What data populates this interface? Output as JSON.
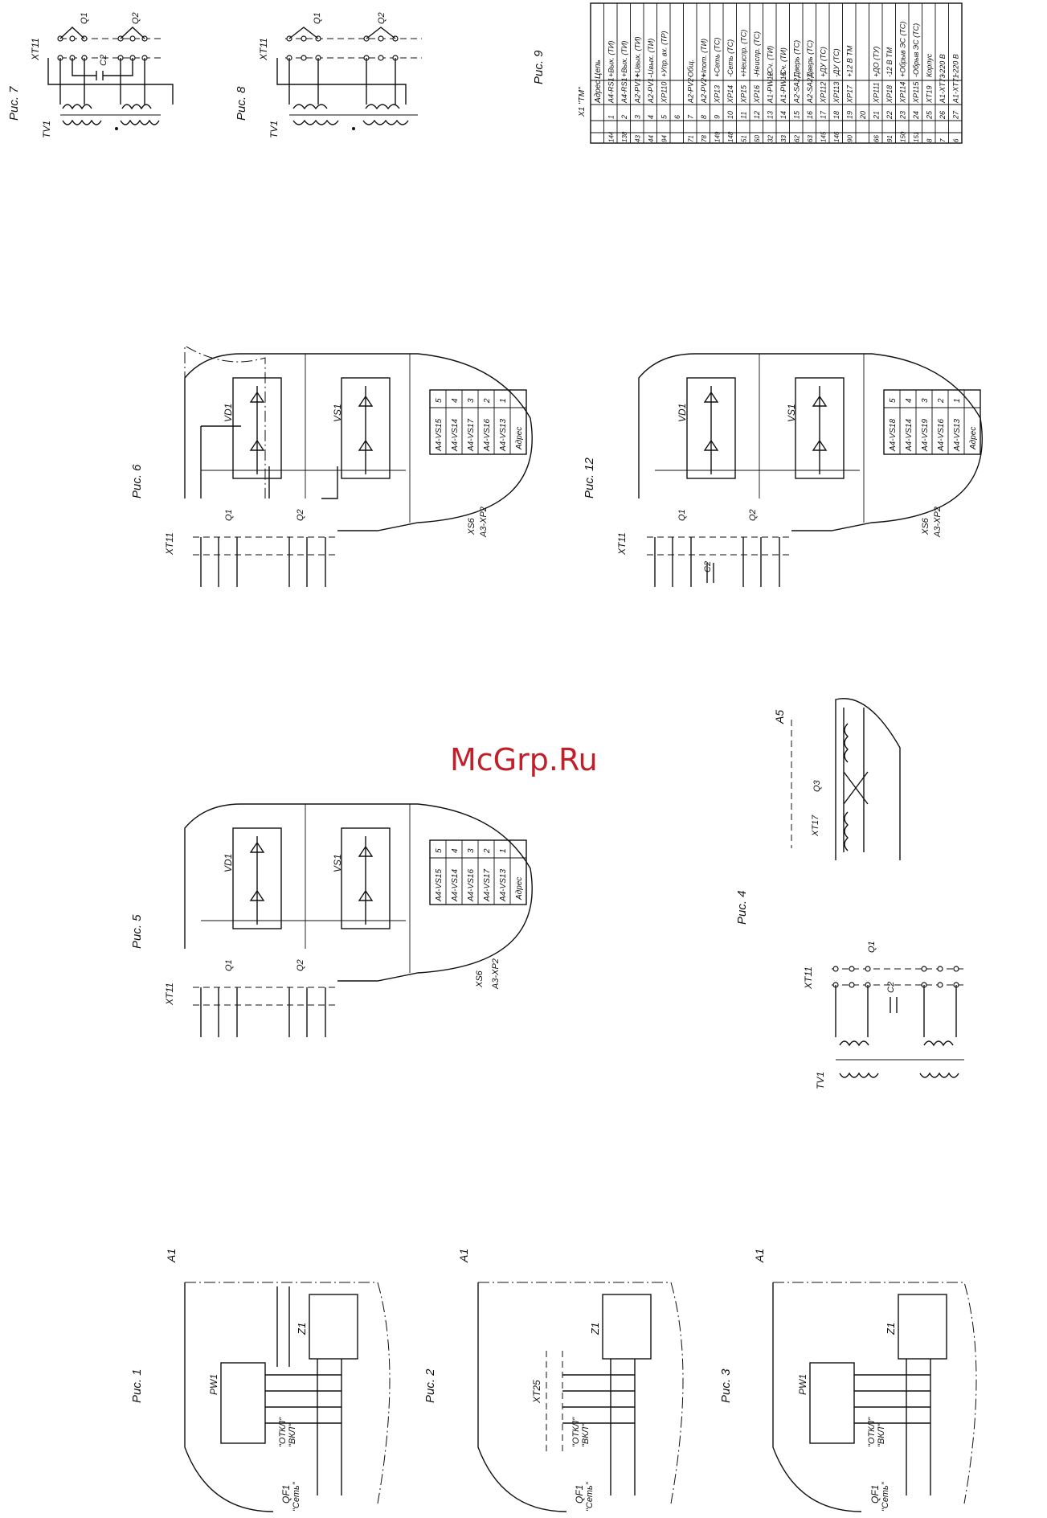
{
  "watermark": "McGrp.Ru",
  "figures": {
    "fig1": "Рис. 1",
    "fig2": "Рис. 2",
    "fig3": "Рис. 3",
    "fig4": "Рис. 4",
    "fig5": "Рис. 5",
    "fig6": "Рис. 6",
    "fig7": "Рис. 7",
    "fig8": "Рис. 8",
    "fig9": "Рис. 9",
    "fig12": "Рис. 12"
  },
  "labels": {
    "a1": "A1",
    "a5": "A5",
    "xt11": "XT11",
    "xt17": "XT17",
    "xt25": "XT25",
    "tv1": "TV1",
    "q1": "Q1",
    "q2": "Q2",
    "q3": "Q3",
    "c2": "C2",
    "pw1": "PW1",
    "z1": "Z1",
    "qf1": "QF1",
    "qf1_sub": "\"Сеть\"",
    "otk": "\"ОТКЛ\"",
    "vkl": "\"ВКЛ\"",
    "vd1": "VD1",
    "vs1": "VS1",
    "xs6": "XS6",
    "a3xp2": "A3-XP2",
    "addr": "Адрес"
  },
  "fig6_table": [
    {
      "n": "5",
      "addr": "A4-VS15"
    },
    {
      "n": "4",
      "addr": "A4-VS14"
    },
    {
      "n": "3",
      "addr": "A4-VS17"
    },
    {
      "n": "2",
      "addr": "A4-VS16"
    },
    {
      "n": "1",
      "addr": "A4-VS13"
    }
  ],
  "fig5_table": [
    {
      "n": "5",
      "addr": "A4-VS15"
    },
    {
      "n": "4",
      "addr": "A4-VS14"
    },
    {
      "n": "3",
      "addr": "A4-VS16"
    },
    {
      "n": "2",
      "addr": "A4-VS17"
    },
    {
      "n": "1",
      "addr": "A4-VS13"
    }
  ],
  "fig12_table": [
    {
      "n": "5",
      "addr": "A4-VS18"
    },
    {
      "n": "4",
      "addr": "A4-VS14"
    },
    {
      "n": "3",
      "addr": "A4-VS19"
    },
    {
      "n": "2",
      "addr": "A4-VS16"
    },
    {
      "n": "1",
      "addr": "A4-VS13"
    }
  ],
  "fig9": {
    "header": {
      "conn": "X1 \"ТМ\"",
      "addr": "Адрес",
      "circuit": "Цепь"
    },
    "rows": [
      {
        "wire": "144",
        "n": "1",
        "addr": "A4-RS1",
        "circuit": "+Вых. (ТИ)"
      },
      {
        "wire": "138",
        "n": "2",
        "addr": "A4-RS1",
        "circuit": "+Вых. (ТИ)"
      },
      {
        "wire": "43",
        "n": "3",
        "addr": "A2-PV1+",
        "circuit": "+Uвых. (ТИ)"
      },
      {
        "wire": "44",
        "n": "4",
        "addr": "A2-PV1-",
        "circuit": "-Uвых. (ТИ)"
      },
      {
        "wire": "94",
        "n": "5",
        "addr": "XP110",
        "circuit": "+Упр. вх. (ТР)"
      },
      {
        "wire": "",
        "n": "6",
        "addr": "",
        "circuit": ""
      },
      {
        "wire": "71",
        "n": "7",
        "addr": "A2-PV2-",
        "circuit": "Общ."
      },
      {
        "wire": "78",
        "n": "8",
        "addr": "A2-PV2+",
        "circuit": "+Iпот. (ТИ)"
      },
      {
        "wire": "149",
        "n": "9",
        "addr": "XP13",
        "circuit": "+Сеть (ТС)"
      },
      {
        "wire": "148",
        "n": "10",
        "addr": "XP14",
        "circuit": "-Сеть (ТС)"
      },
      {
        "wire": "51",
        "n": "11",
        "addr": "XP15",
        "circuit": "+Неиспр. (ТС)"
      },
      {
        "wire": "50",
        "n": "12",
        "addr": "XP16",
        "circuit": "-Неиспр. (ТС)"
      },
      {
        "wire": "32",
        "n": "13",
        "addr": "A1-PW12",
        "circuit": "+Сч. (ТИ)"
      },
      {
        "wire": "33",
        "n": "14",
        "addr": "A1-PW15",
        "circuit": "-Сч. (ТИ)"
      },
      {
        "wire": "62",
        "n": "15",
        "addr": "A2-SA21",
        "circuit": "Дверь (ТС)"
      },
      {
        "wire": "63",
        "n": "16",
        "addr": "A2-SA23",
        "circuit": "Дверь (ТС)"
      },
      {
        "wire": "145",
        "n": "17",
        "addr": "XP112",
        "circuit": "+ДУ (ТС)"
      },
      {
        "wire": "146",
        "n": "18",
        "addr": "XP113",
        "circuit": "-ДУ (ТС)"
      },
      {
        "wire": "90",
        "n": "19",
        "addr": "XP17",
        "circuit": "+12 В ТМ"
      },
      {
        "wire": "",
        "n": "20",
        "addr": "",
        "circuit": ""
      },
      {
        "wire": "66",
        "n": "21",
        "addr": "XP111",
        "circuit": "+ДО (ТУ)"
      },
      {
        "wire": "91",
        "n": "22",
        "addr": "XP18",
        "circuit": "-12 В ТМ"
      },
      {
        "wire": "150",
        "n": "23",
        "addr": "XP114",
        "circuit": "+Обрыв ЭС (ТС)"
      },
      {
        "wire": "151",
        "n": "24",
        "addr": "XP115",
        "circuit": "-Обрыв ЭС (ТС)"
      },
      {
        "wire": "8",
        "n": "25",
        "addr": "XT19",
        "circuit": "Корпус"
      },
      {
        "wire": "7",
        "n": "26",
        "addr": "A1-XT73",
        "circuit": "~220 В"
      },
      {
        "wire": "6",
        "n": "27",
        "addr": "A1-XT71",
        "circuit": "~220 В"
      }
    ]
  }
}
